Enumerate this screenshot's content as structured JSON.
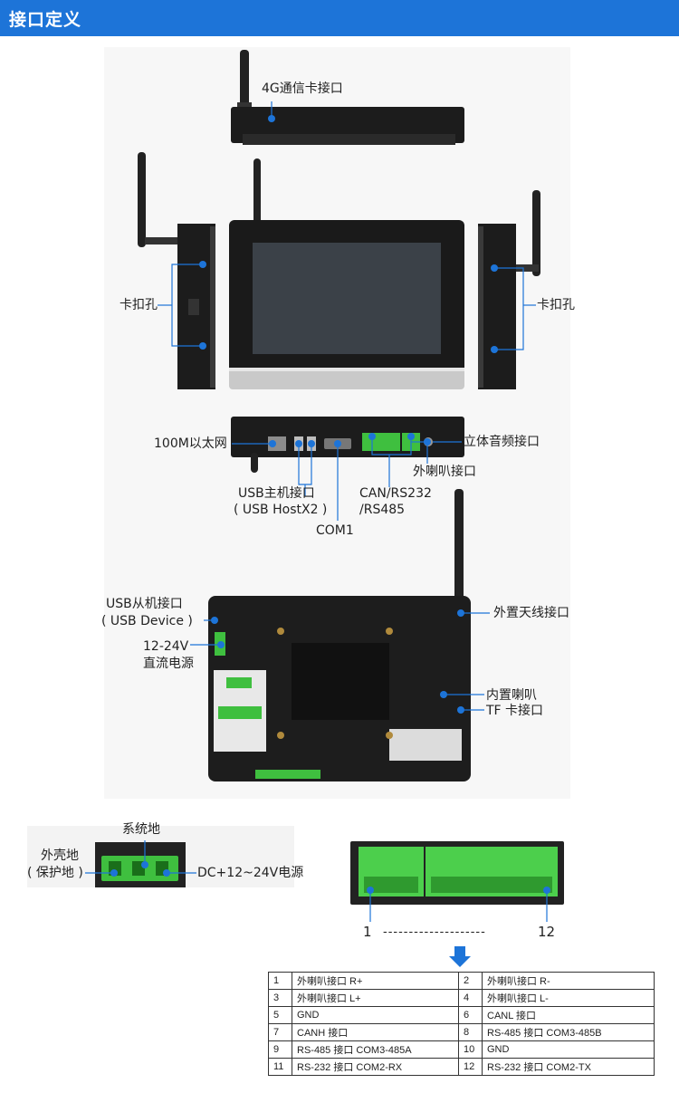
{
  "header": {
    "title": "接口定义"
  },
  "labels": {
    "top_4g": "4G通信卡接口",
    "left_clip": "卡扣孔",
    "right_clip": "卡扣孔",
    "ethernet": "100M以太网",
    "usb_host": "USB主机接口",
    "usb_host_sub": "( USB HostX2 )",
    "com1": "COM1",
    "can_rs": "CAN/RS232",
    "can_rs_sub": "/RS485",
    "speaker_ext": "外喇叭接口",
    "audio": "立体音频接口",
    "usb_device": "USB从机接口",
    "usb_device_sub": "( USB Device )",
    "power": "12-24V",
    "power_sub": "直流电源",
    "antenna": "外置天线接口",
    "speaker_int": "内置喇叭",
    "tf": "TF 卡接口",
    "sys_ground": "系统地",
    "case_ground": "外壳地",
    "case_ground_sub": "( 保护地 )",
    "dc_power": "DC+12~24V电源",
    "pin_start": "1",
    "pin_dash": "--------------------",
    "pin_end": "12"
  },
  "pin_table": [
    {
      "n1": "1",
      "t1": "外喇叭接口 R+",
      "n2": "2",
      "t2": "外喇叭接口 R-"
    },
    {
      "n1": "3",
      "t1": "外喇叭接口 L+",
      "n2": "4",
      "t2": "外喇叭接口 L-"
    },
    {
      "n1": "5",
      "t1": "GND",
      "n2": "6",
      "t2": "CANL 接口"
    },
    {
      "n1": "7",
      "t1": "CANH 接口",
      "n2": "8",
      "t2": "RS-485 接口 COM3-485B"
    },
    {
      "n1": "9",
      "t1": "RS-485 接口 COM3-485A",
      "n2": "10",
      "t2": "GND"
    },
    {
      "n1": "11",
      "t1": "RS-232 接口 COM2-RX",
      "n2": "12",
      "t2": "RS-232 接口 COM2-TX"
    }
  ]
}
